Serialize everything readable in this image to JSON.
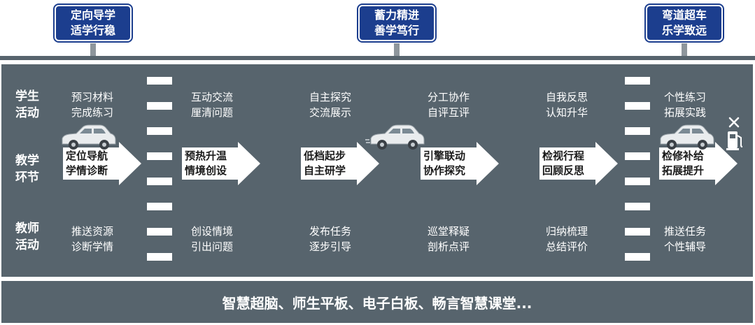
{
  "signs": [
    {
      "line1": "定向导学",
      "line2": "适学行稳"
    },
    {
      "line1": "蓄力精进",
      "line2": "善学笃行"
    },
    {
      "line1": "弯道超车",
      "line2": "乐学致远"
    }
  ],
  "row_labels": {
    "student": {
      "line1": "学生",
      "line2": "活动"
    },
    "stage": {
      "line1": "教学",
      "line2": "环节"
    },
    "teacher": {
      "line1": "教师",
      "line2": "活动"
    }
  },
  "student_activities": [
    {
      "line1": "预习材料",
      "line2": "完成练习"
    },
    {
      "line1": "互动交流",
      "line2": "厘清问题"
    },
    {
      "line1": "自主探究",
      "line2": "交流展示"
    },
    {
      "line1": "分工协作",
      "line2": "自评互评"
    },
    {
      "line1": "自我反思",
      "line2": "认知升华"
    },
    {
      "line1": "个性练习",
      "line2": "拓展实践"
    }
  ],
  "stages": [
    {
      "line1": "定位导航",
      "line2": "学情诊断"
    },
    {
      "line1": "预热升温",
      "line2": "情境创设"
    },
    {
      "line1": "低档起步",
      "line2": "自主研学"
    },
    {
      "line1": "引擎联动",
      "line2": "协作探究"
    },
    {
      "line1": "检视行程",
      "line2": "回顾反思"
    },
    {
      "line1": "检修补给",
      "line2": "拓展提升"
    }
  ],
  "teacher_activities": [
    {
      "line1": "推送资源",
      "line2": "诊断学情"
    },
    {
      "line1": "创设情境",
      "line2": "引出问题"
    },
    {
      "line1": "发布任务",
      "line2": "逐步引导"
    },
    {
      "line1": "巡堂释疑",
      "line2": "剖析点评"
    },
    {
      "line1": "归纳梳理",
      "line2": "总结评价"
    },
    {
      "line1": "推送任务",
      "line2": "个性辅导"
    }
  ],
  "footer": "智慧超脑、师生平板、电子白板、畅言智慧课堂...",
  "icons": {
    "car": "car-icon",
    "fuel": "fuel-pump-icon",
    "tools": "tools-icon"
  },
  "colors": {
    "road": "#57646d",
    "sign": "#1c3e8e",
    "arrow": "#ffffff"
  }
}
